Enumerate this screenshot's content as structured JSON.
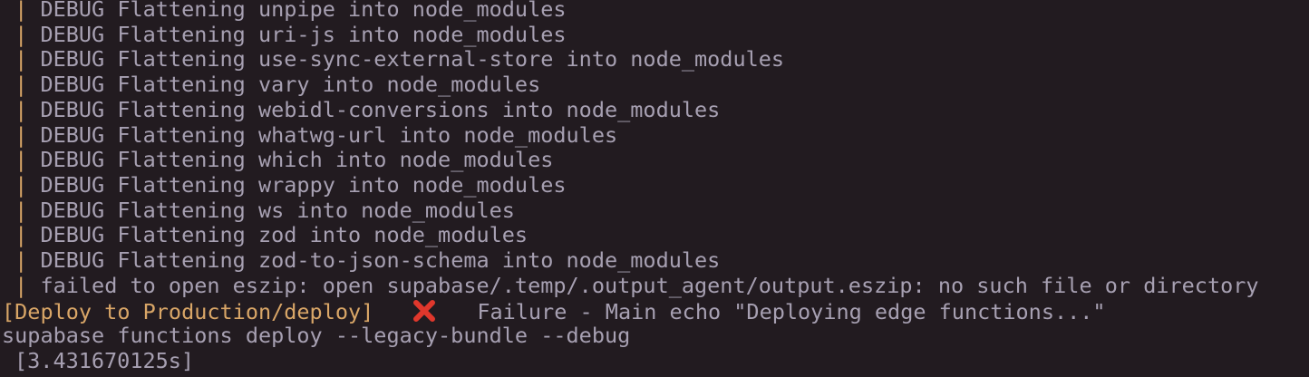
{
  "terminal": {
    "colors": {
      "background": "#221b20",
      "text": "#a7a0b2",
      "accent_orange": "#d9a667",
      "error_red": "#e0372c"
    },
    "debug_lines": [
      {
        "prefix": " | ",
        "text": "DEBUG Flattening unpipe into node_modules"
      },
      {
        "prefix": " | ",
        "text": "DEBUG Flattening uri-js into node_modules"
      },
      {
        "prefix": " | ",
        "text": "DEBUG Flattening use-sync-external-store into node_modules"
      },
      {
        "prefix": " | ",
        "text": "DEBUG Flattening vary into node_modules"
      },
      {
        "prefix": " | ",
        "text": "DEBUG Flattening webidl-conversions into node_modules"
      },
      {
        "prefix": " | ",
        "text": "DEBUG Flattening whatwg-url into node_modules"
      },
      {
        "prefix": " | ",
        "text": "DEBUG Flattening which into node_modules"
      },
      {
        "prefix": " | ",
        "text": "DEBUG Flattening wrappy into node_modules"
      },
      {
        "prefix": " | ",
        "text": "DEBUG Flattening ws into node_modules"
      },
      {
        "prefix": " | ",
        "text": "DEBUG Flattening zod into node_modules"
      },
      {
        "prefix": " | ",
        "text": "DEBUG Flattening zod-to-json-schema into node_modules"
      },
      {
        "prefix": " | ",
        "text": "failed to open eszip: open supabase/.temp/.output_agent/output.eszip: no such file or directory"
      }
    ],
    "status_line": {
      "tag": "[Deploy to Production/deploy]",
      "icon": "red-cross-mark",
      "message": "Failure - Main echo \"Deploying edge functions...\""
    },
    "command_line": "supabase functions deploy --legacy-bundle --debug",
    "duration_line": "[3.431670125s]"
  }
}
